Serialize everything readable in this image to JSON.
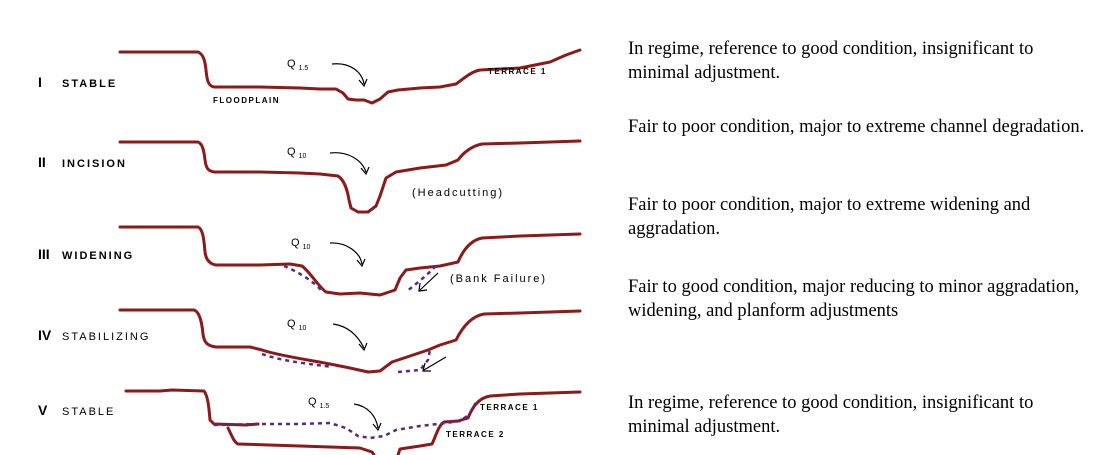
{
  "stages": [
    {
      "roman": "I",
      "name": "STABLE",
      "flow_main": "Q",
      "flow_sub": "1.5",
      "labels": [
        "TERRACE 1",
        "FLOODPLAIN"
      ],
      "description": "In regime, reference to good condition, insignificant to minimal adjustment."
    },
    {
      "roman": "II",
      "name": "INCISION",
      "flow_main": "Q",
      "flow_sub": "10",
      "annotation": "(Headcutting)",
      "description": "Fair to poor condition, major to extreme channel degradation."
    },
    {
      "roman": "III",
      "name": "WIDENING",
      "flow_main": "Q",
      "flow_sub": "10",
      "annotation": "(Bank Failure)",
      "description": "Fair to poor condition, major to extreme widening and aggradation."
    },
    {
      "roman": "IV",
      "name": "STABILIZING",
      "flow_main": "Q",
      "flow_sub": "10",
      "description": "Fair to good condition, major reducing to minor aggradation, widening, and planform adjustments"
    },
    {
      "roman": "V",
      "name": "STABLE",
      "flow_main": "Q",
      "flow_sub": "1.5",
      "labels": [
        "TERRACE 1",
        "TERRACE 2"
      ],
      "description": "In regime, reference to good condition, insignificant to minimal adjustment."
    }
  ],
  "colors": {
    "channel": "#8b1a1a",
    "failure_surface": "#5a2a7a",
    "text": "#000000"
  }
}
